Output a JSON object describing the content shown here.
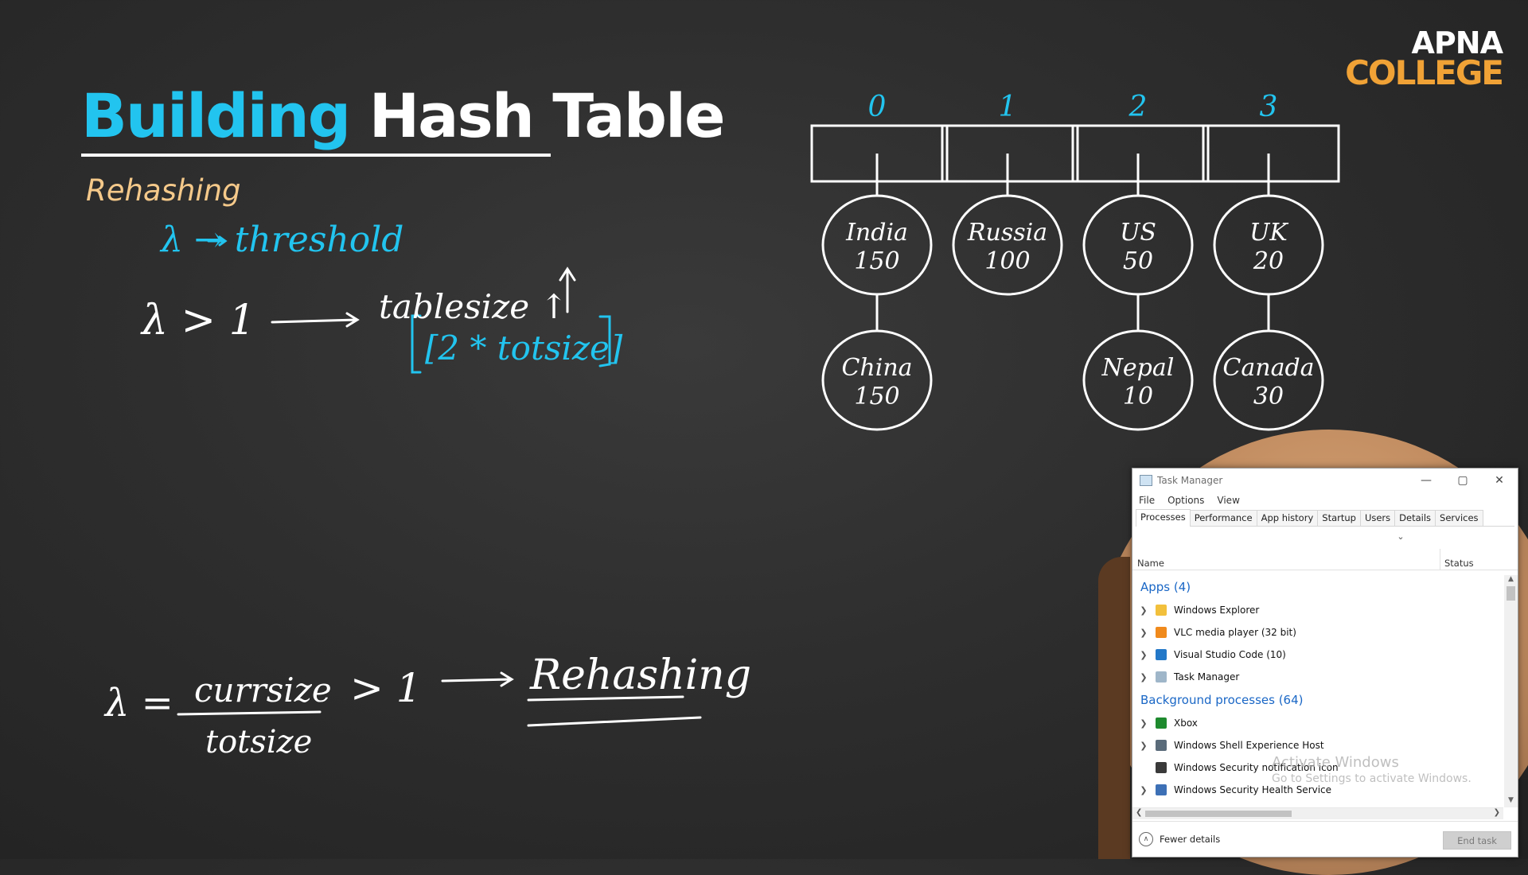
{
  "slide": {
    "title_part1": "Building",
    "title_part2": "Hash Table",
    "subtitle": "Rehashing"
  },
  "logo": {
    "line1": "APNA",
    "line2": "COLLEGE"
  },
  "colors": {
    "accent_blue": "#22c4ef",
    "subtitle_orange": "#f5c98a",
    "logo_orange": "#f0a236",
    "board": "#2e2e2e"
  },
  "board_notes": {
    "lambda_def": "λ → threshold",
    "rule_lhs": "λ > 1",
    "rule_rhs": "tablesize ↑",
    "rule_formula": "[2 * totsize]",
    "formula_lhs": "λ =",
    "formula_num": "currsize",
    "formula_den": "totsize",
    "formula_cmp": "> 1",
    "formula_result": "Rehashing"
  },
  "hash_table": {
    "indices": [
      "0",
      "1",
      "2",
      "3"
    ],
    "buckets": [
      {
        "nodes": [
          {
            "name": "India",
            "value": "150"
          },
          {
            "name": "China",
            "value": "150"
          }
        ]
      },
      {
        "nodes": [
          {
            "name": "Russia",
            "value": "100"
          }
        ]
      },
      {
        "nodes": [
          {
            "name": "US",
            "value": "50"
          },
          {
            "name": "Nepal",
            "value": "10"
          }
        ]
      },
      {
        "nodes": [
          {
            "name": "UK",
            "value": "20"
          },
          {
            "name": "Canada",
            "value": "30"
          }
        ]
      }
    ]
  },
  "task_manager": {
    "title": "Task Manager",
    "menu": [
      "File",
      "Options",
      "View"
    ],
    "tabs": [
      "Processes",
      "Performance",
      "App history",
      "Startup",
      "Users",
      "Details",
      "Services"
    ],
    "columns": {
      "name": "Name",
      "status": "Status"
    },
    "groups": [
      {
        "label": "Apps (4)",
        "items": [
          {
            "name": "Windows Explorer",
            "icon": "folder-icon",
            "color": "#f2c03c",
            "expandable": true
          },
          {
            "name": "VLC media player (32 bit)",
            "icon": "vlc-icon",
            "color": "#f08a1c",
            "expandable": true
          },
          {
            "name": "Visual Studio Code (10)",
            "icon": "vscode-icon",
            "color": "#2378c8",
            "expandable": true
          },
          {
            "name": "Task Manager",
            "icon": "task-manager-icon",
            "color": "#9fb6c9",
            "expandable": true
          }
        ]
      },
      {
        "label": "Background processes (64)",
        "items": [
          {
            "name": "Xbox",
            "icon": "xbox-icon",
            "color": "#1e8a2e",
            "expandable": true
          },
          {
            "name": "Windows Shell Experience Host",
            "icon": "window-icon",
            "color": "#5a6b7a",
            "expandable": true
          },
          {
            "name": "Windows Security notification icon",
            "icon": "shield-icon",
            "color": "#3a3a3a",
            "expandable": false
          },
          {
            "name": "Windows Security Health Service",
            "icon": "window-icon",
            "color": "#3d70b6",
            "expandable": true
          }
        ]
      }
    ],
    "footer": {
      "fewer_details": "Fewer details",
      "end_task": "End task"
    }
  },
  "watermark": {
    "line1": "Activate Windows",
    "line2": "Go to Settings to activate Windows."
  }
}
